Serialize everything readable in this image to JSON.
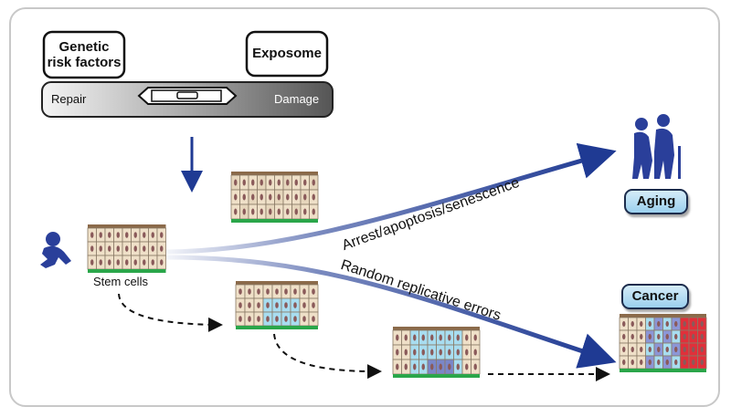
{
  "figure": {
    "genetic_label": "Genetic\nrisk factors",
    "exposome_label": "Exposome",
    "scale_left": "Repair",
    "scale_right": "Damage",
    "stem_cells_label": "Stem cells",
    "upper_path_label": "Arrest/apoptosis/senescence",
    "lower_path_label": "Random replicative errors",
    "aging_label": "Aging",
    "cancer_label": "Cancer"
  },
  "colors": {
    "arrow_blue": "#1f3a93",
    "figure_blue": "#2a3f9a",
    "cell_beige": "#efe0c8",
    "nucleus": "#8a5a5a",
    "membrane_green": "#2aa64a",
    "mutant_cyan": "#a8ddf0",
    "cancer_red": "#e0303a"
  }
}
